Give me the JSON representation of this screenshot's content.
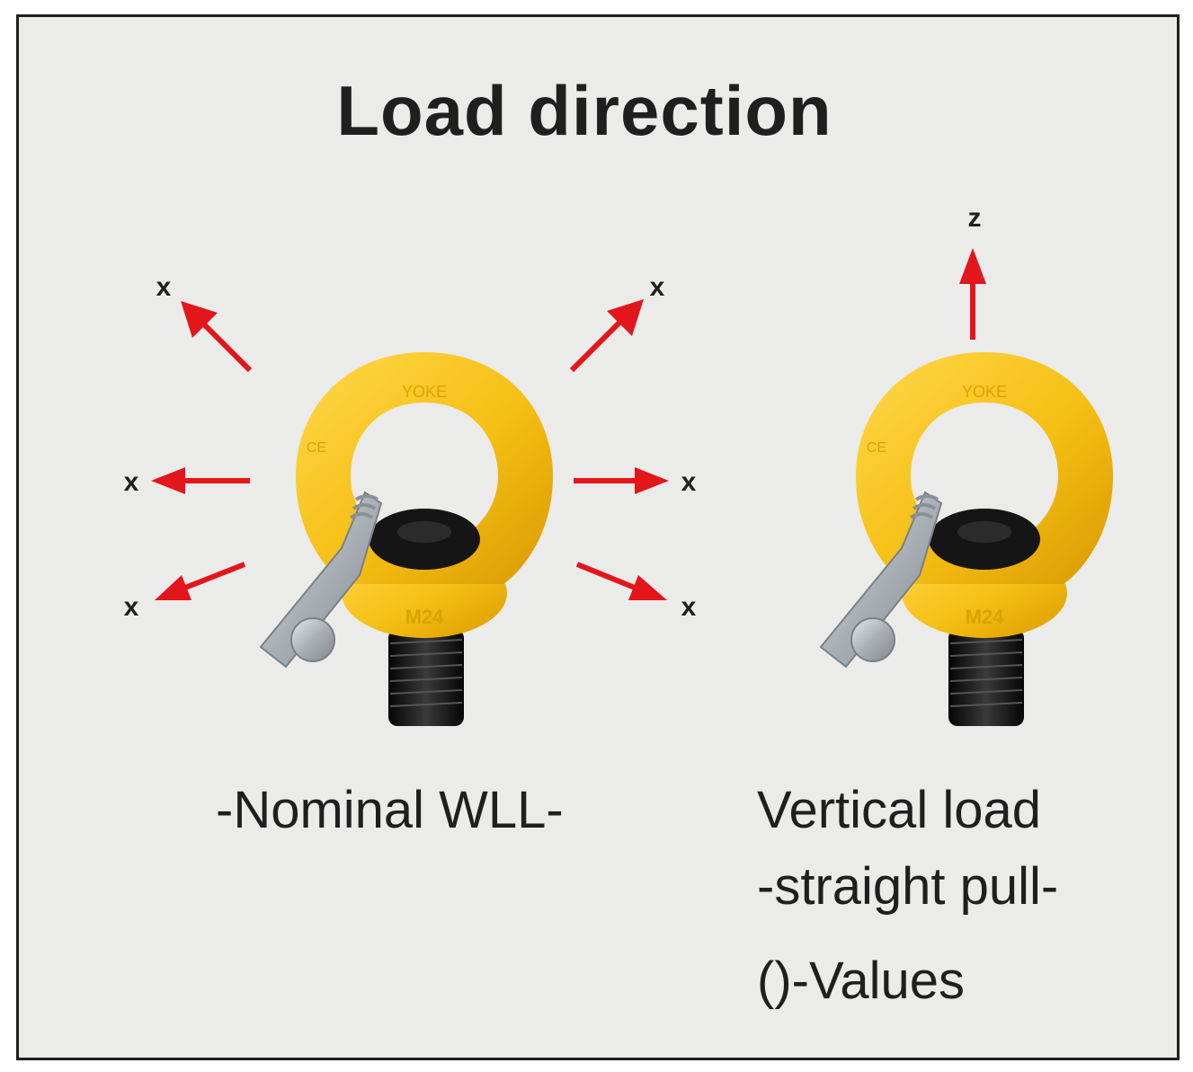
{
  "title": "Load direction",
  "labels": {
    "x": "x",
    "z": "z"
  },
  "eyebolt": {
    "brand_text": "YOKE",
    "size_text": "M24",
    "ce_text": "CE"
  },
  "captions": {
    "left": "-Nominal WLL-",
    "right_line1": "Vertical load",
    "right_line2": "-straight pull-",
    "right_line3": "()-Values"
  },
  "colors": {
    "background": "#ebebea",
    "border": "#1f1f1f",
    "arrow": "#e3161b",
    "ring": "#f6c21a",
    "bolt": "#141414",
    "steel": "#b9bec3"
  }
}
